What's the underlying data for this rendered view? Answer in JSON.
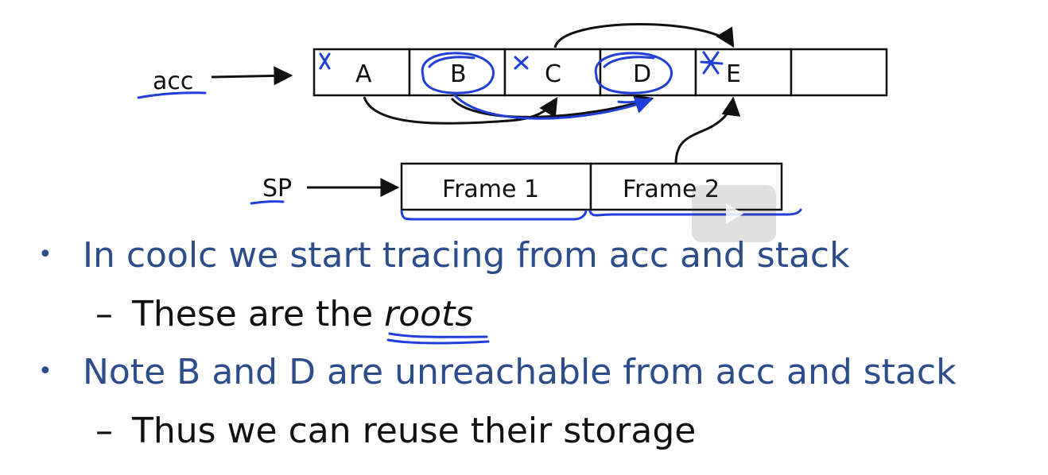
{
  "diagram": {
    "acc_label": "acc",
    "sp_label": "SP",
    "cells": [
      "A",
      "B",
      "C",
      "D",
      "E",
      ""
    ],
    "frames": [
      "Frame 1",
      "Frame 2"
    ]
  },
  "bullets": [
    {
      "marker": "•",
      "text": "In coolc we start tracing from acc and stack"
    },
    {
      "marker": "–",
      "prefix": "These are the ",
      "emphasis": "roots"
    },
    {
      "marker": "•",
      "text": "Note B and D are unreachable from acc and stack"
    },
    {
      "marker": "–",
      "text": "Thus we can reuse their storage"
    }
  ],
  "colors": {
    "ink": "#111111",
    "pen": "#1f3fd8",
    "bullet_text": "#2c4c8c"
  },
  "icons": {
    "overlay": "play-icon"
  }
}
